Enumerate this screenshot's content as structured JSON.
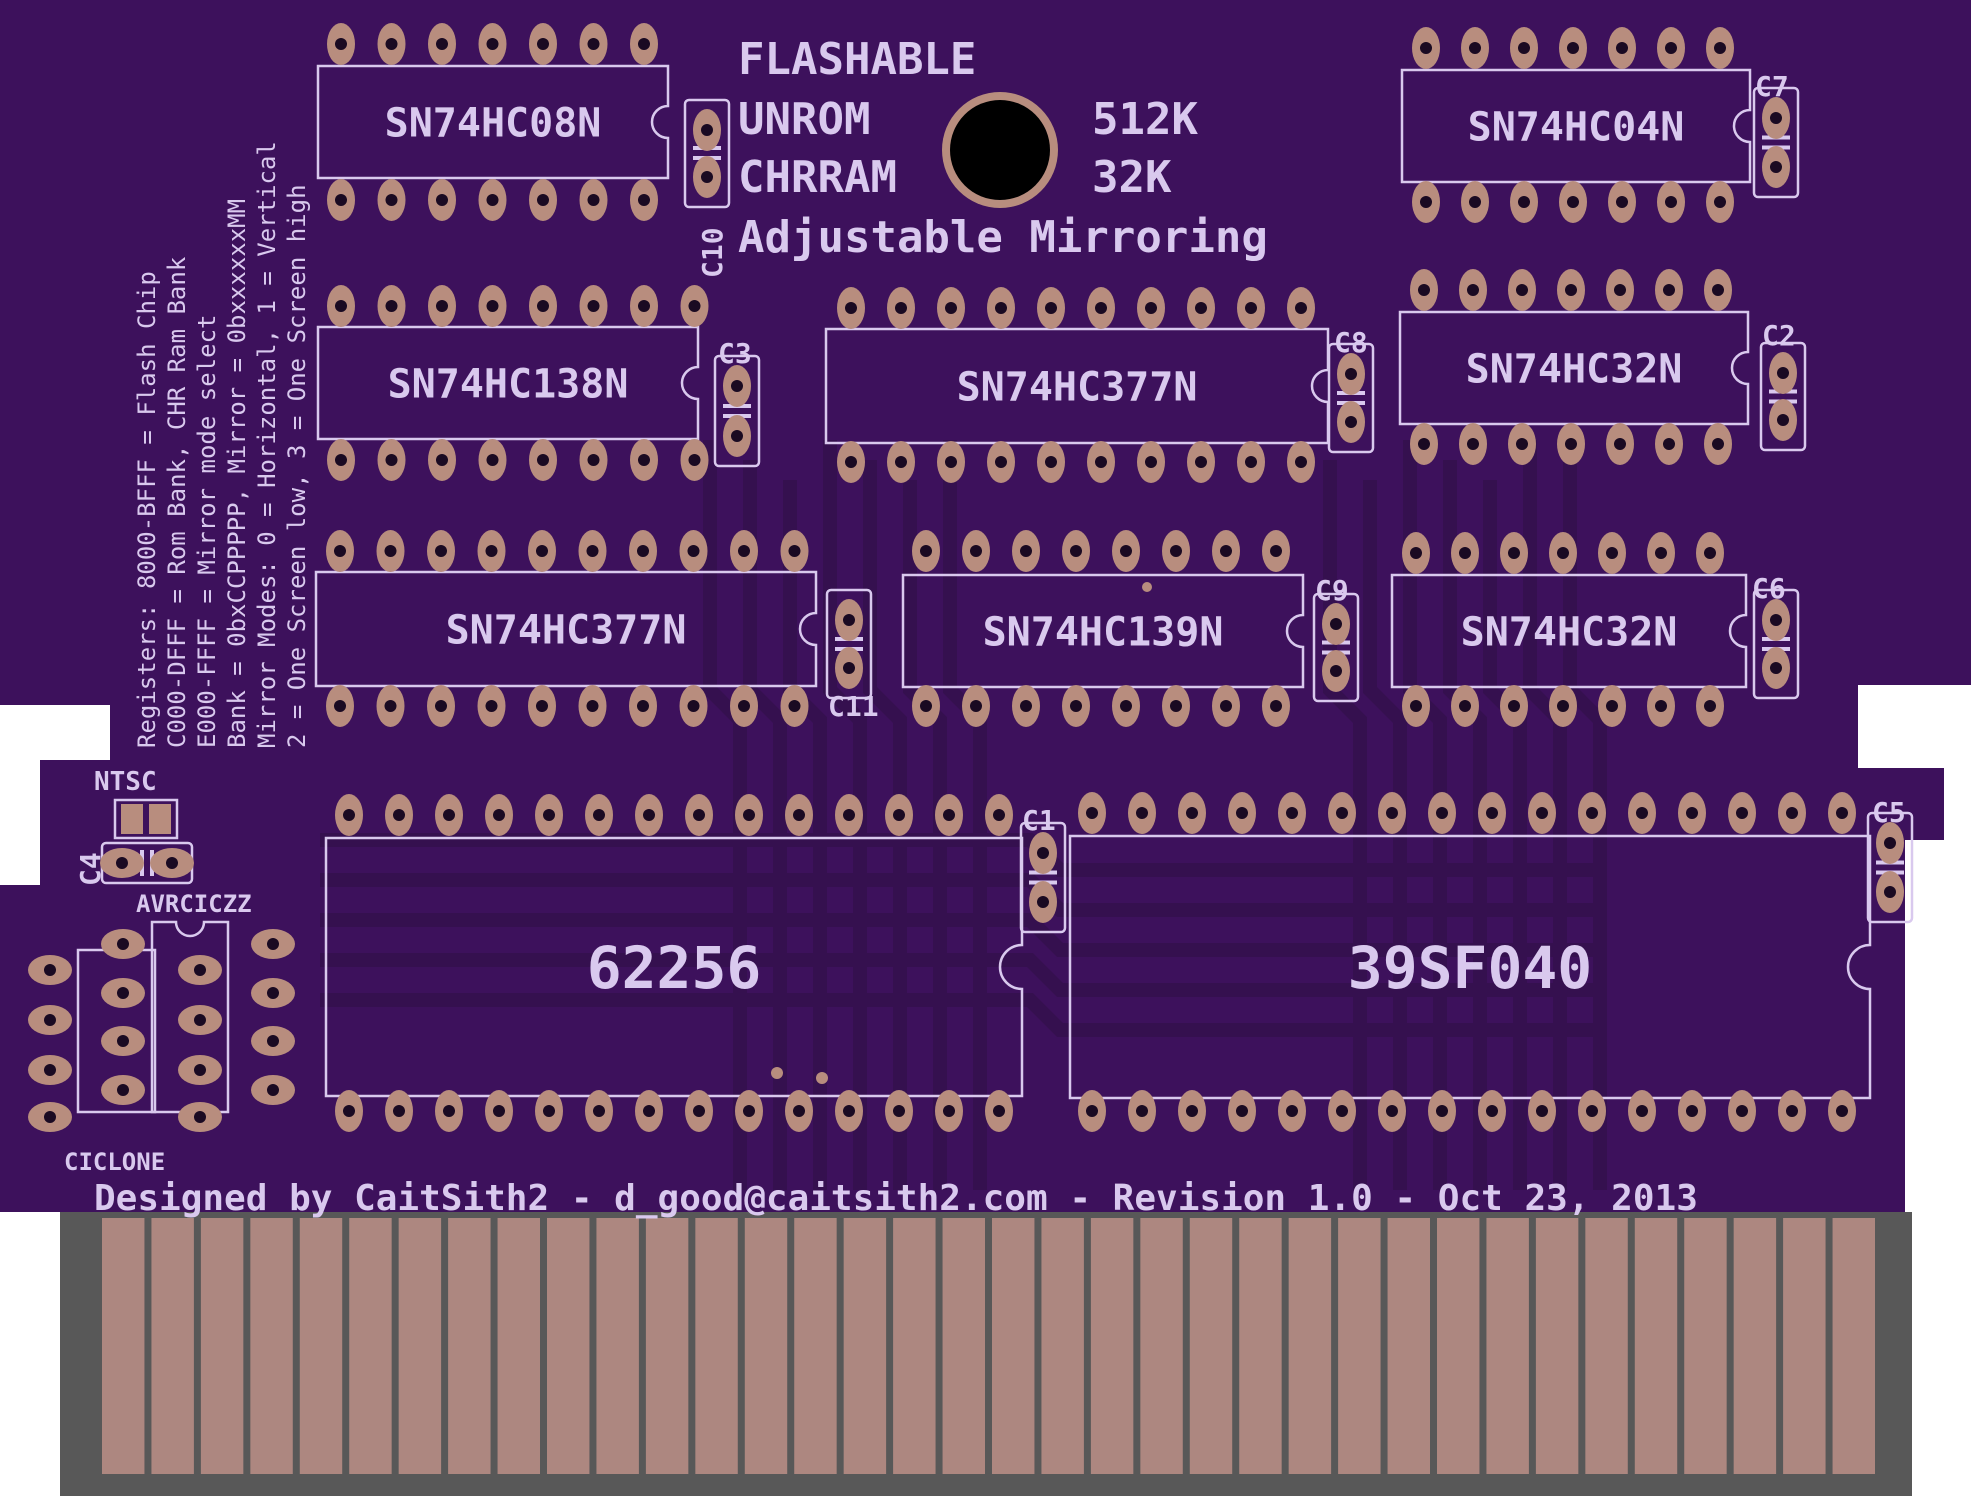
{
  "board": {
    "colors": {
      "soldermask": "#3d115c",
      "soldermask_dark": "#35104f",
      "silkscreen": "#d9c9ee",
      "pad": "#b88d7e",
      "drill": "#1a0a22",
      "edge_fingers": "#ad8780",
      "edge_background": "#585858"
    },
    "title_lines": [
      "FLASHABLE",
      "UNROM",
      "CHRRAM",
      "Adjustable Mirroring"
    ],
    "sizes": [
      "512K",
      "32K"
    ],
    "registers_text": [
      "Registers:  8000-BFFF = Flash Chip",
      "C000-DFFF = Rom Bank, CHR Ram Bank",
      "E000-FFFF = Mirror mode select",
      "Bank = 0bxCCPPPPP, Mirror = 0bxxxxxxMM",
      "Mirror Modes:  0 = Horizontal, 1 = Vertical",
      "2 = One Screen low, 3 = One Screen high"
    ],
    "footer": "Designed by CaitSith2 - d_good@caitsith2.com - Revision 1.0 - Oct 23, 2013",
    "ntsc_label": "NTSC",
    "lockout_labels": [
      "AVRCICZZ",
      "CICLONE"
    ],
    "chips": [
      {
        "id": "u-hc08",
        "label": "SN74HC08N"
      },
      {
        "id": "u-hc04",
        "label": "SN74HC04N"
      },
      {
        "id": "u-hc138",
        "label": "SN74HC138N"
      },
      {
        "id": "u-hc377-top",
        "label": "SN74HC377N"
      },
      {
        "id": "u-hc32-top",
        "label": "SN74HC32N"
      },
      {
        "id": "u-hc377-bottom",
        "label": "SN74HC377N"
      },
      {
        "id": "u-hc139",
        "label": "SN74HC139N"
      },
      {
        "id": "u-hc32-bottom",
        "label": "SN74HC32N"
      },
      {
        "id": "u-62256",
        "label": "62256"
      },
      {
        "id": "u-39sf040",
        "label": "39SF040"
      }
    ],
    "capacitors": [
      "C1",
      "C2",
      "C3",
      "C4",
      "C5",
      "C6",
      "C7",
      "C8",
      "C9",
      "C10",
      "C11"
    ],
    "edge_connector_fingers": 36
  }
}
